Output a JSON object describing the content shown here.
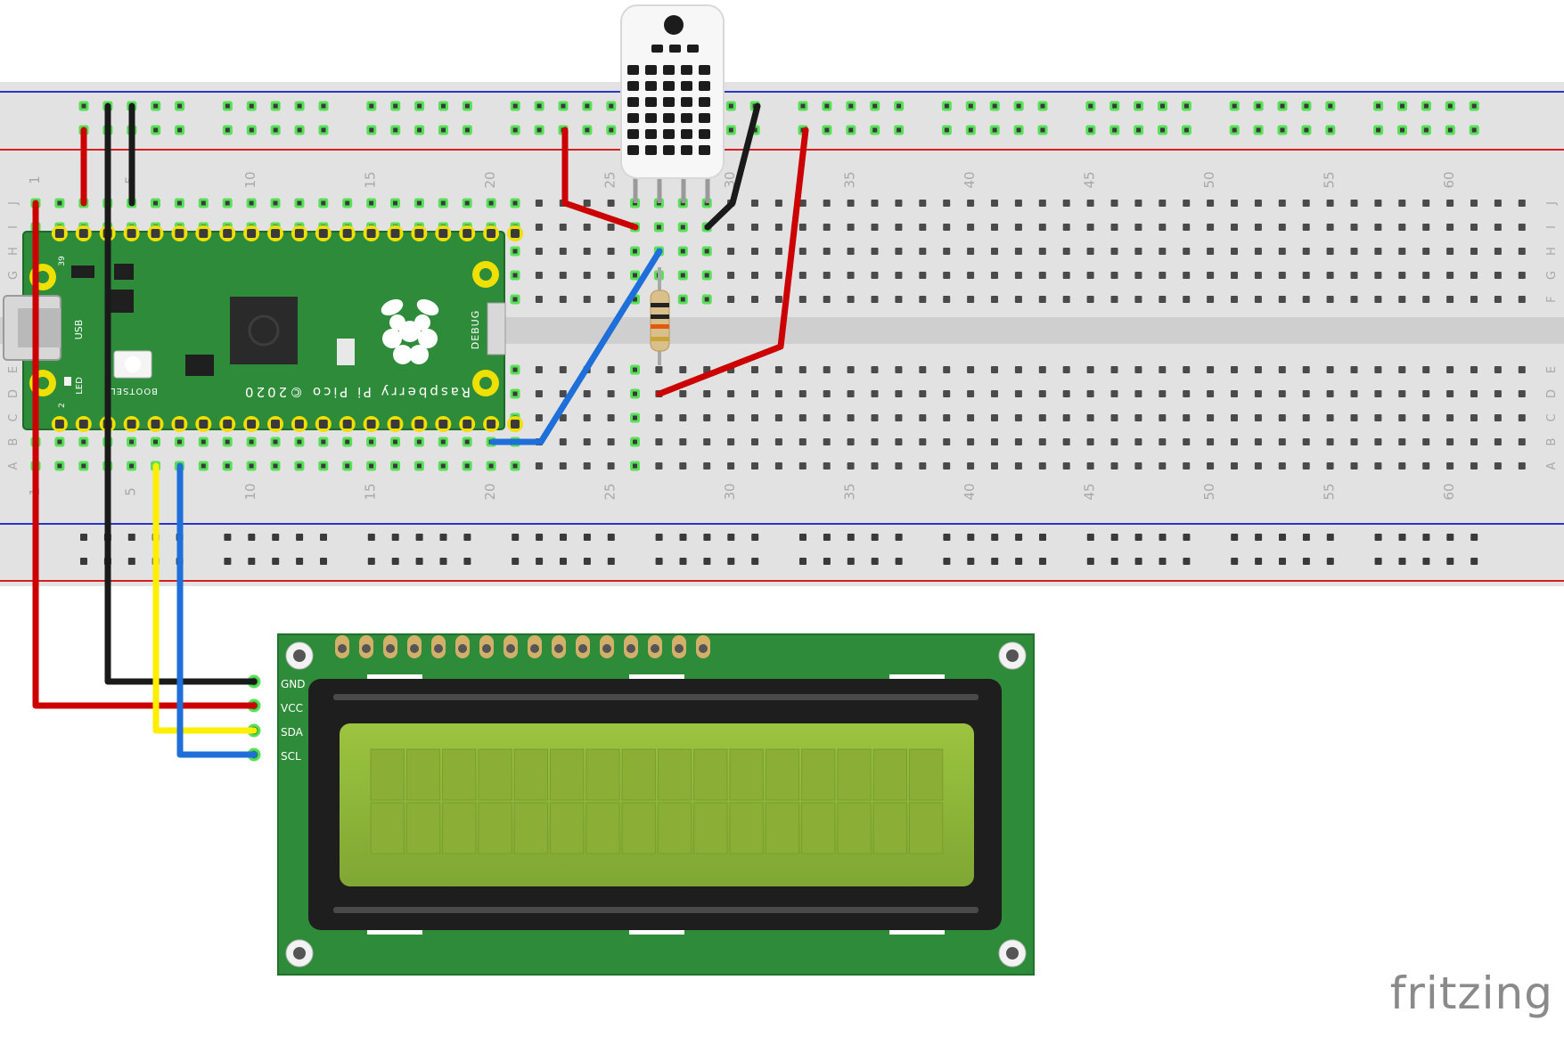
{
  "breadboard": {
    "column_labels": [
      "1",
      "5",
      "10",
      "15",
      "20",
      "25",
      "30",
      "35",
      "40",
      "45",
      "50",
      "55",
      "60"
    ],
    "row_labels_top": [
      "J",
      "I",
      "H",
      "G",
      "F"
    ],
    "row_labels_bottom": [
      "E",
      "D",
      "C",
      "B",
      "A"
    ]
  },
  "pico": {
    "name_text": "Raspberry Pi Pico ©2020",
    "debug_label": "DEBUG",
    "usb_label": "USB",
    "led_label": "LED",
    "bootsel_label": "BOOTSEL",
    "pin_39_label": "39",
    "pin_2_label": "2"
  },
  "lcd": {
    "pin_labels": [
      "GND",
      "VCC",
      "SDA",
      "SCL"
    ]
  },
  "watermark": "fritzing",
  "colors": {
    "wire_red": "#cc0000",
    "wire_black": "#1a1a1a",
    "wire_yellow": "#ffee00",
    "wire_blue": "#1e6fd9",
    "pcb_green": "#2e8b3a",
    "lcd_screen": "#8cb43a",
    "breadboard": "#e3e3e3"
  }
}
